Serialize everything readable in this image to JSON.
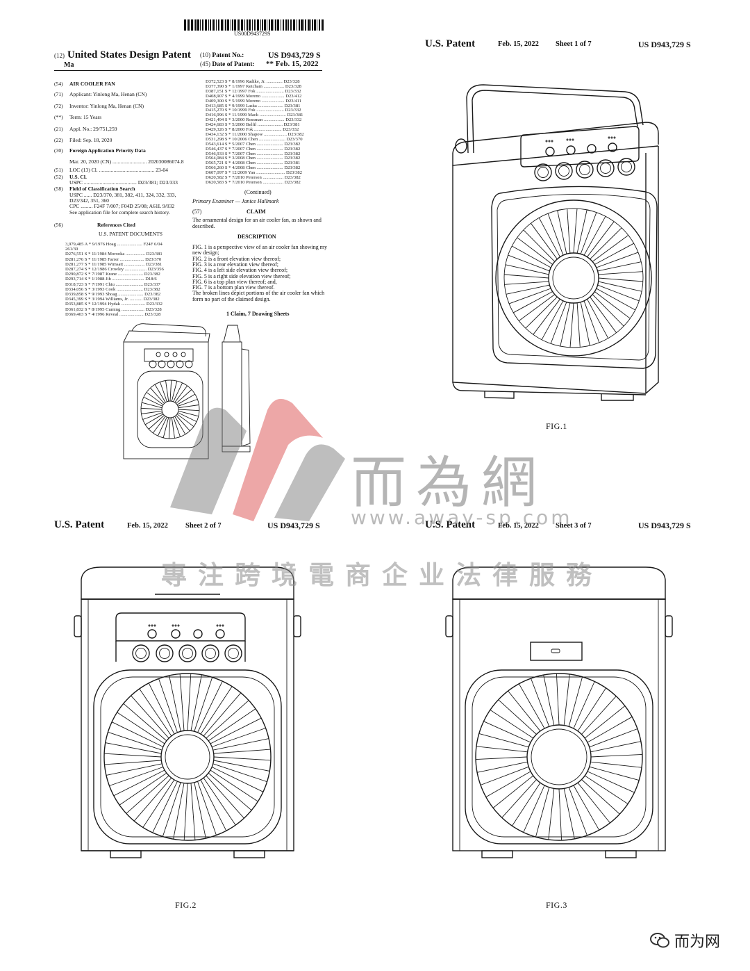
{
  "cover": {
    "barcode_text": "US00D943729S",
    "code12": "(12)",
    "type": "United States Design Patent",
    "inventor_short": "Ma",
    "code10": "(10)",
    "patent_no_label": "Patent No.:",
    "patent_no": "US D943,729 S",
    "code45": "(45)",
    "date_label": "Date of Patent:",
    "date_mark": "** ",
    "date": "Feb. 15, 2022",
    "fields": [
      {
        "code": "(54)",
        "text": "AIR COOLER FAN"
      },
      {
        "code": "(71)",
        "text": "Applicant:  Yinlong Ma, Henan (CN)"
      },
      {
        "code": "(72)",
        "text": "Inventor:   Yinlong Ma, Henan (CN)"
      },
      {
        "code": "(**)",
        "text": "Term:       15 Years"
      },
      {
        "code": "(21)",
        "text": "Appl. No.: 29/751,259"
      },
      {
        "code": "(22)",
        "text": "Filed:       Sep. 18, 2020"
      },
      {
        "code": "(30)",
        "text": "Foreign Application Priority Data"
      },
      {
        "code": "",
        "text": "Mar. 20, 2020   (CN) .......................... 202030086074.8"
      },
      {
        "code": "(51)",
        "text": "LOC (13) Cl. .......................................... 23-04"
      },
      {
        "code": "(52)",
        "text": "U.S. Cl."
      },
      {
        "code": "",
        "text": "USPC ........................................ D23/381; D23/333"
      },
      {
        "code": "(58)",
        "text": "Field of Classification Search"
      },
      {
        "code": "",
        "text": "USPC ...... D23/370, 381, 382, 411, 324, 332, 333,"
      },
      {
        "code": "",
        "text": "                              D23/342, 351, 360"
      },
      {
        "code": "",
        "text": "CPC ......... F24F 7/007; F04D 25/08; A61L 9/032"
      },
      {
        "code": "",
        "text": "See application file for complete search history."
      },
      {
        "code": "(56)",
        "text": "References Cited"
      },
      {
        "code": "",
        "text": "U.S. PATENT DOCUMENTS"
      }
    ],
    "refs_left": [
      "3,979,485  A  *   9/1976  Hoag ...................... F24F 6/04",
      "                                                              261/30",
      "D276,551  S  *  11/1984  Morooka ................. D23/381",
      "D281,276  S  *  11/1985  Farrer ..................... D23/370",
      "D281,277  S  *  11/1985  Wimsatt .................. D23/381",
      "D287,274  S  *  12/1986  Crowley ................... D23/356",
      "D290,872  S  *   7/1987  Krane ...................... D23/382",
      "D293,714  S  *   1/1988  Jih ............................ D18/6",
      "D318,723  S  *   7/1991  Chiu ........................ D23/337",
      "D334,056  S  *   3/1993  Cook ....................... D23/382",
      "D339,858  S  *   9/1993  Shoag ...................... D23/382",
      "D345,399  S  *   3/1994  Williams, Jr. ........... D23/382",
      "D353,885  S  *  12/1994  Hydak ..................... D23/332",
      "D361,832  S  *   8/1995  Cuming .................... D23/328",
      "D369,403  S  *   4/1996  Reveal ..................... D23/328"
    ],
    "refs_right": [
      "D372,523  S  *   8/1996  Radtke, Jr. .............. D23/328",
      "D377,390  S  *   1/1997  Ketcham .................. D23/328",
      "D387,151  S  *  12/1997  Fok ........................ D23/332",
      "D408,907  S  *   4/1999  Moreno .................... D23/412",
      "D409,300  S  *   5/1999  Moreno .................... D23/411",
      "D413,685  S  *   9/1999  Laska ...................... D23/381",
      "D415,270  S  *  10/1999  Fok ........................ D23/332",
      "D416,996  S  *  11/1999  Mack ....................... D23/381",
      "D421,494  S  *   3/2000  Rossman .................. D23/332",
      "D424,683  S  *   5/2000  Belfil ...................... D23/381",
      "D429,326  S  *   8/2000  Fok ........................ D23/332",
      "D434,132  S  *  11/2000  Shapow .................... D23/382",
      "D531,298  S  *  10/2006  Chen ....................... D23/370",
      "D543,614  S  *   5/2007  Chen ....................... D23/382",
      "D546,437  S  *   7/2007  Chen ....................... D23/382",
      "D546,933  S  *   7/2007  Chen ....................... D23/382",
      "D564,084  S  *   3/2008  Chen ....................... D23/382",
      "D565,721  S  *   4/2008  Chen ....................... D23/381",
      "D566,260  S  *   4/2008  Chen ....................... D23/382",
      "D607,097  S  *  12/2009  Yan ......................... D23/382",
      "D620,582  S  *   7/2010  Peterson .................. D23/382",
      "D620,583  S  *   7/2010  Peterson .................. D23/382"
    ],
    "continued": "(Continued)",
    "examiner": "Primary Examiner — Janice Hallmark",
    "claim_code": "(57)",
    "claim_head": "CLAIM",
    "claim_text": "The ornamental design for an air cooler fan, as shown and described.",
    "desc_head": "DESCRIPTION",
    "desc": [
      "FIG. 1 is a perspective view of an air cooler fan showing my",
      "new design;",
      "FIG. 2 is a front elevation view thereof;",
      "FIG. 3 is a rear elevation view thereof;",
      "FIG. 4 is a left side elevation view thereof;",
      "FIG. 5 is a right side elevation view thereof;",
      "FIG. 6 is a top plan view thereof; and,",
      "FIG. 7 is a bottom plan view thereof.",
      "The broken lines depict portions of the air cooler fan which",
      "form no part of the claimed design."
    ],
    "claims_sheets": "1 Claim, 7 Drawing Sheets"
  },
  "sheet1": {
    "left": "U.S. Patent",
    "date": "Feb. 15, 2022",
    "sheet": "Sheet 1 of 7",
    "no": "US D943,729 S",
    "fig": "FIG.1"
  },
  "sheet2": {
    "left": "U.S. Patent",
    "date": "Feb. 15, 2022",
    "sheet": "Sheet 2 of 7",
    "no": "US D943,729 S",
    "fig": "FIG.2"
  },
  "sheet3": {
    "left": "U.S. Patent",
    "date": "Feb. 15, 2022",
    "sheet": "Sheet 3 of 7",
    "no": "US D943,729 S",
    "fig": "FIG.3"
  },
  "watermark": {
    "cn": "而為網",
    "url": "www.away-sp.com",
    "slogan": "專注跨境電商企业法律服務"
  },
  "wechat": {
    "label": "而为网",
    "icon": "wechat-icon"
  }
}
